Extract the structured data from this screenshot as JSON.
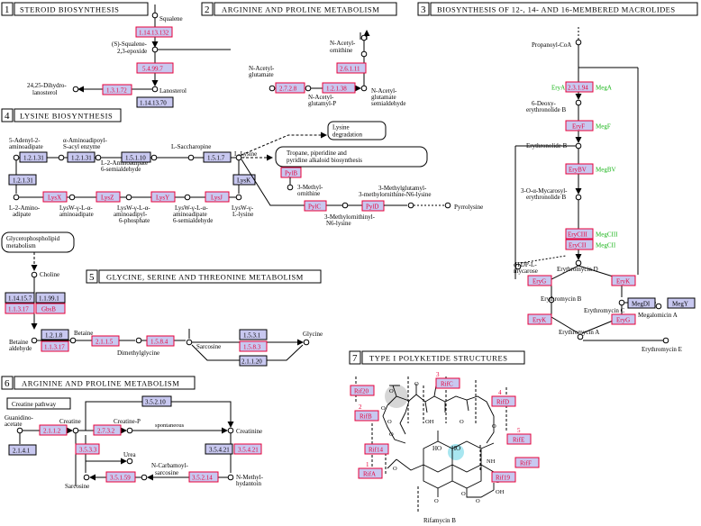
{
  "sections": [
    {
      "num": "1",
      "title": "STEROID BIOSYNTHESIS"
    },
    {
      "num": "2",
      "title": "ARGININE AND PROLINE METABOLISM"
    },
    {
      "num": "3",
      "title": "BIOSYNTHESIS OF 12-, 14- AND 16-MEMBERED MACROLIDES"
    },
    {
      "num": "4",
      "title": "LYSINE BIOSYNTHESIS"
    },
    {
      "num": "5",
      "title": "GLYCINE, SERINE AND THREONINE METABOLISM"
    },
    {
      "num": "6",
      "title": "ARGININE AND PROLINE METABOLISM"
    },
    {
      "num": "7",
      "title": "TYPE I POLYKETIDE STRUCTURES"
    }
  ],
  "enzymes": {
    "s1": [
      "1.14.13.132",
      "5.4.99.7",
      "1.3.1.72",
      "1.14.13.70"
    ],
    "s2": [
      "2.6.1.11",
      "2.7.2.8",
      "1.2.1.38"
    ],
    "s3": [
      "2.3.1.94",
      "EryF",
      "EryBV",
      "EryCIII",
      "EryCII",
      "EryG",
      "EryK",
      "EryG",
      "EryK",
      "MegDI",
      "MegY"
    ],
    "s4": [
      "1.2.1.31",
      "1.2.1.31",
      "1.5.1.10",
      "1.5.1.7",
      "1.2.1.31",
      "LysK",
      "LysX",
      "LysZ",
      "LysY",
      "LysJ",
      "PylB",
      "PylC",
      "PylD"
    ],
    "s5": [
      "1.14.15.7",
      "1.1.99.1",
      "1.1.3.17",
      "GbsB",
      "1.2.1.8",
      "1.1.3.17",
      "2.1.1.5",
      "1.5.8.4",
      "1.5.3.1",
      "1.5.8.3",
      "2.1.1.20"
    ],
    "s6": [
      "3.5.2.10",
      "2.1.4.1",
      "2.1.1.2",
      "2.7.3.2",
      "3.5.3.3",
      "3.5.4.21",
      "3.5.4.21",
      "3.5.1.59",
      "3.5.2.14"
    ],
    "s7": [
      "Rif20",
      "RifC",
      "RifD",
      "RifB",
      "RifE",
      "Rif14",
      "RifF",
      "RifA",
      "Rif19"
    ]
  },
  "compounds": {
    "s1": [
      "Squalene",
      "(S)-Squalene-2,3-epoxide",
      "24,25-Dihydro-lanosterol",
      "Lanosterol"
    ],
    "s2": [
      "N-Acetyl-ornithine",
      "N-Acetyl-glutamate",
      "N-Acetyl-glutamyl-P",
      "N-Acetyl-glutamate semialdehyde"
    ],
    "s3": [
      "Propanoyl-CoA",
      "6-Deoxy-erythronolide B",
      "Erythronolide B",
      "3-O-α-Mycarosyl-erythronolide B",
      "dTDP-L-mycarose",
      "Erythromycin D",
      "Erythromycin B",
      "Erythromycin C",
      "Erythromycin A",
      "Megalomicin A",
      "Erythromycin E"
    ],
    "s4": [
      "5-Adenyl-2-aminoadipate",
      "α-Aminoadipoyl-S-acyl enzyme",
      "L-2-Aminoadipate 6-semialdehyde",
      "L-Saccharopine",
      "L-Lysine",
      "Lysine degradation",
      "Tropane, piperidine and pyridine alkaloid biosynthesis",
      "L-2-Amino-adipate",
      "LysW-γ-L-α-aminoadipate",
      "LysW-γ-L-α-aminoadipyl-6-phosphate",
      "LysW-γ-L-α-aminoadipate 6-semialdehyde",
      "LysW-γ-L-lysine",
      "3-Methyl-ornithine",
      "3-Methylglutamyl-3-methylornithine-N6-lysine",
      "3-Methylornithinyl-N6-lysine",
      "Pyrrolysine"
    ],
    "s5": [
      "Glycerophospholipid metabolism",
      "Choline",
      "Betaine aldehyde",
      "Betaine",
      "Dimethylglycine",
      "Sarcosine",
      "Glycine"
    ],
    "s6": [
      "Creatine pathway",
      "Guanidino-acetate",
      "Creatine",
      "Creatine-P",
      "spontaneous",
      "Creatinine",
      "Urea",
      "N-Carbamoyl-sarcosine",
      "Sarcosine",
      "N-Methyl-hydantoin"
    ],
    "s7": [
      "Rifamycin B"
    ],
    "s7_atoms": [
      "O",
      "O",
      "O",
      "O",
      "O",
      "HO",
      "HO",
      "OH",
      "O",
      "NH",
      "O",
      "O",
      "O",
      "O",
      "O",
      "OH",
      "O"
    ],
    "s7_numbers": [
      "1",
      "2",
      "3",
      "4",
      "5"
    ]
  },
  "colors": {
    "enzyme_fill": "#c8c8f0",
    "enzyme_border": "#000000",
    "highlight_text": "#e8003a",
    "green_text": "#18b418",
    "mol_highlight_grey": "#d6d6d6",
    "mol_highlight_cyan": "#a8e6f0"
  }
}
